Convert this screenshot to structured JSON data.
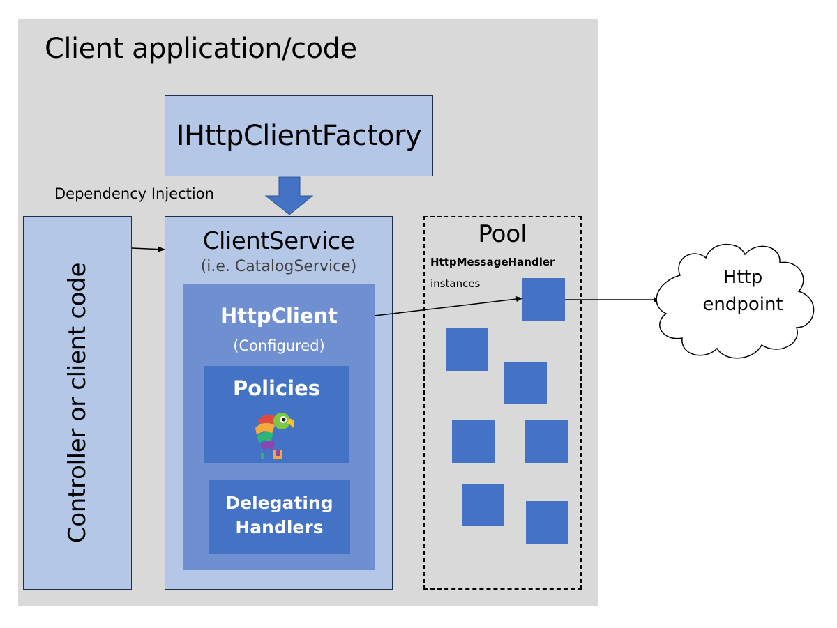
{
  "diagram": {
    "title": "Client application/code",
    "factory_label": "IHttpClientFactory",
    "dependency_label": "Dependency Injection",
    "controller_label": "Controller or client code",
    "client_service": {
      "title": "ClientService",
      "subtitle": "(i.e. CatalogService)"
    },
    "http_client": {
      "title": "HttpClient",
      "subtitle": "(Configured)"
    },
    "policies_label": "Policies",
    "policies_logo": "polly-parrot-icon",
    "delegating_line1": "Delegating",
    "delegating_line2": "Handlers",
    "pool": {
      "title": "Pool",
      "handler_label": "HttpMessageHandler",
      "instances_label": "instances",
      "instance_count": 7
    },
    "endpoint_line1": "Http",
    "endpoint_line2": "endpoint",
    "colors": {
      "background_gray": "#d9d9d9",
      "light_blue": "#b4c7e7",
      "mid_blue": "#6f8fd0",
      "accent_blue": "#4472c4"
    }
  }
}
